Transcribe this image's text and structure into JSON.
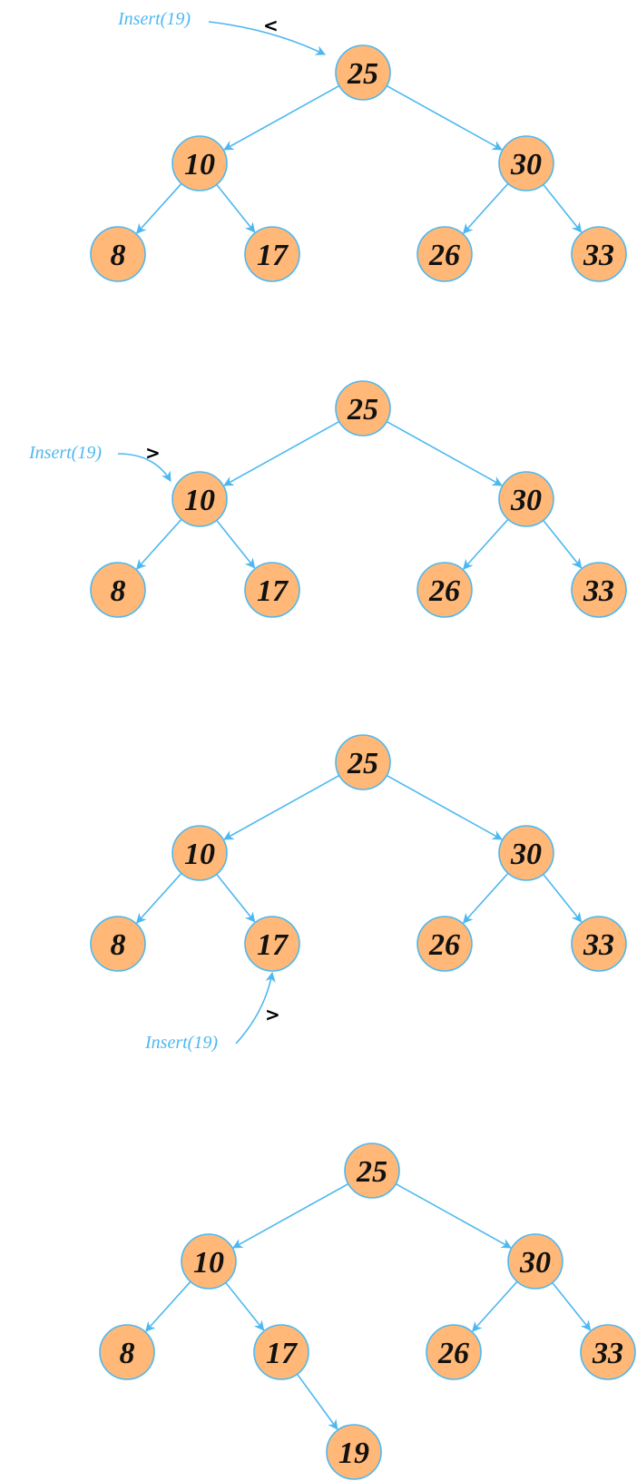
{
  "colors": {
    "node_fill": "#ffb877",
    "node_stroke": "#4db8f0",
    "edge": "#4db8f0",
    "insert_text": "#4db8f0",
    "compare_text": "#000000"
  },
  "steps": [
    {
      "nodes": [
        "25",
        "10",
        "30",
        "8",
        "17",
        "26",
        "33"
      ],
      "insert_label": "Insert(19)",
      "compare_sign": "<"
    },
    {
      "nodes": [
        "25",
        "10",
        "30",
        "8",
        "17",
        "26",
        "33"
      ],
      "insert_label": "Insert(19)",
      "compare_sign": ">"
    },
    {
      "nodes": [
        "25",
        "10",
        "30",
        "8",
        "17",
        "26",
        "33"
      ],
      "insert_label": "Insert(19)",
      "compare_sign": ">"
    },
    {
      "nodes": [
        "25",
        "10",
        "30",
        "8",
        "17",
        "26",
        "33",
        "19"
      ]
    }
  ]
}
